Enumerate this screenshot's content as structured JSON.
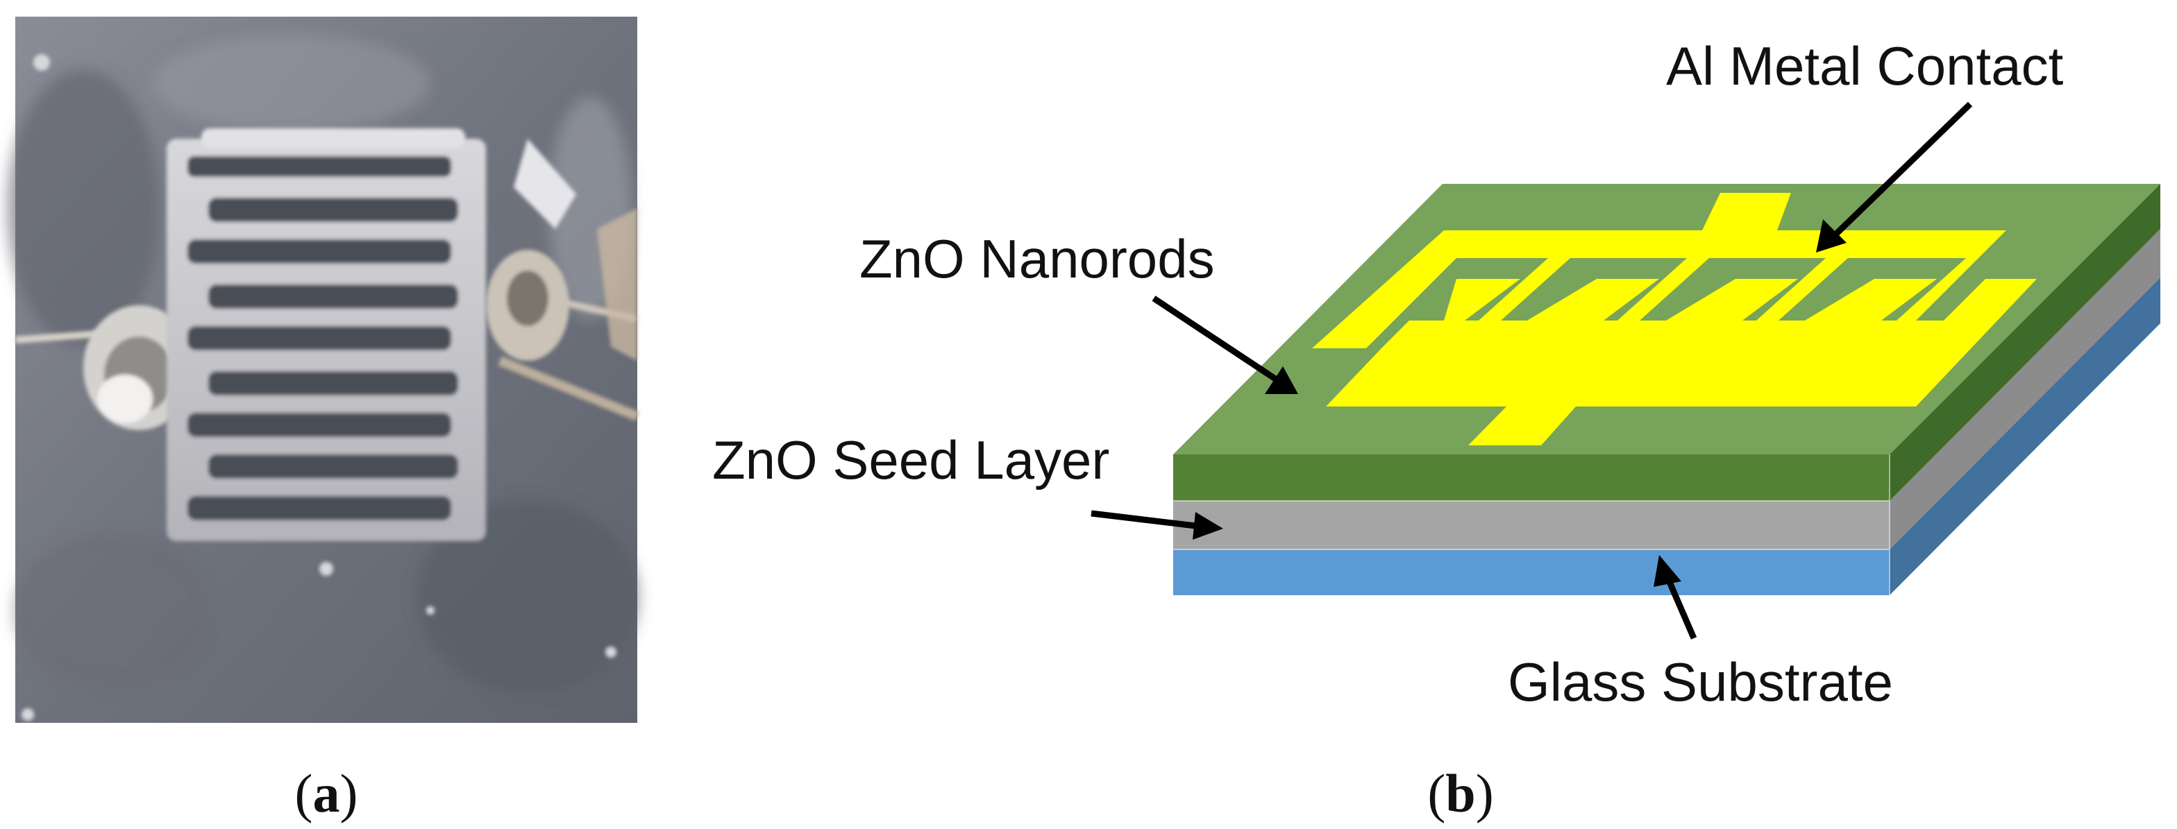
{
  "panel_a": {
    "caption_letter": "a",
    "photo_description_icon": "interdigitated-electrode-photo"
  },
  "panel_b": {
    "caption_letter": "b",
    "labels": {
      "al_metal_contact": "Al Metal Contact",
      "zno_nanorods": "ZnO Nanorods",
      "zno_seed_layer": "ZnO Seed Layer",
      "glass_substrate": "Glass Substrate"
    },
    "colors": {
      "nanorod_top": "#78a35a",
      "nanorod_front": "#548235",
      "nanorod_side": "#3f6b2a",
      "seed_front": "#a5a5a5",
      "seed_side": "#8c8c8c",
      "glass_front": "#5b9bd5",
      "glass_side": "#41719c",
      "contact": "#ffff00",
      "arrow": "#000000"
    }
  }
}
